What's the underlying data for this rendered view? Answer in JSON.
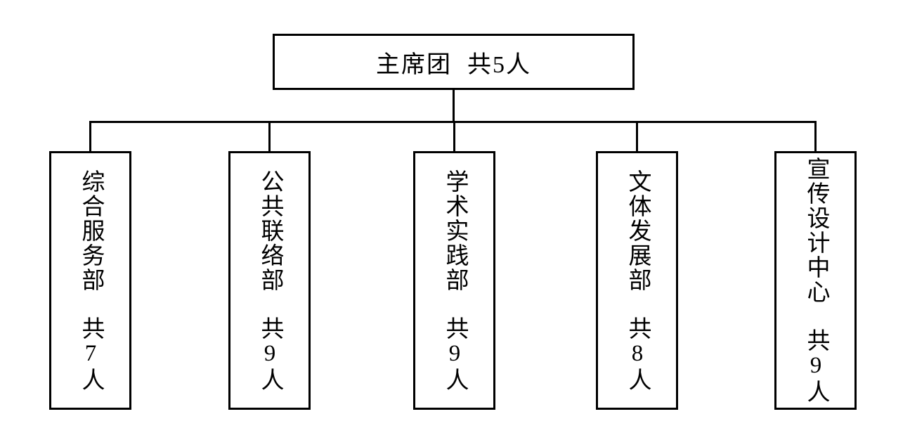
{
  "colors": {
    "background": "#ffffff",
    "line": "#000000",
    "text": "#000000"
  },
  "root": {
    "name": "主席团",
    "count": "共5人"
  },
  "departments": [
    {
      "name": "综合服务部",
      "count": "共7人"
    },
    {
      "name": "公共联络部",
      "count": "共9人"
    },
    {
      "name": "学术实践部",
      "count": "共9人"
    },
    {
      "name": "文体发展部",
      "count": "共8人"
    },
    {
      "name": "宣传设计中心",
      "count": "共9人"
    }
  ]
}
